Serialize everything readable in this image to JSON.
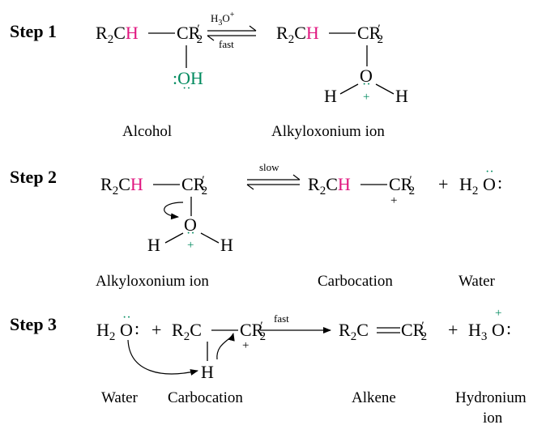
{
  "colors": {
    "hydrogen_highlight": "#e0167f",
    "oxygen": "#008a5e",
    "text": "#000000"
  },
  "steps": [
    {
      "label": "Step 1",
      "reactant_label": "Alcohol",
      "product_label": "Alkyloxonium ion",
      "arrow_top": "H₃O⁺",
      "arrow_bottom": "fast"
    },
    {
      "label": "Step 2",
      "reactant_label": "Alkyloxonium ion",
      "product_label": "Carbocation",
      "byproduct_label": "Water",
      "arrow_top": "slow"
    },
    {
      "label": "Step 3",
      "reactant1_label": "Water",
      "reactant2_label": "Carbocation",
      "product_label": "Alkene",
      "byproduct_label_line1": "Hydronium",
      "byproduct_label_line2": "ion",
      "arrow_top": "fast"
    }
  ],
  "symbols": {
    "plus": "+",
    "H": "H",
    "O": "O",
    "OH": "OH",
    "charge_plus": "+"
  }
}
